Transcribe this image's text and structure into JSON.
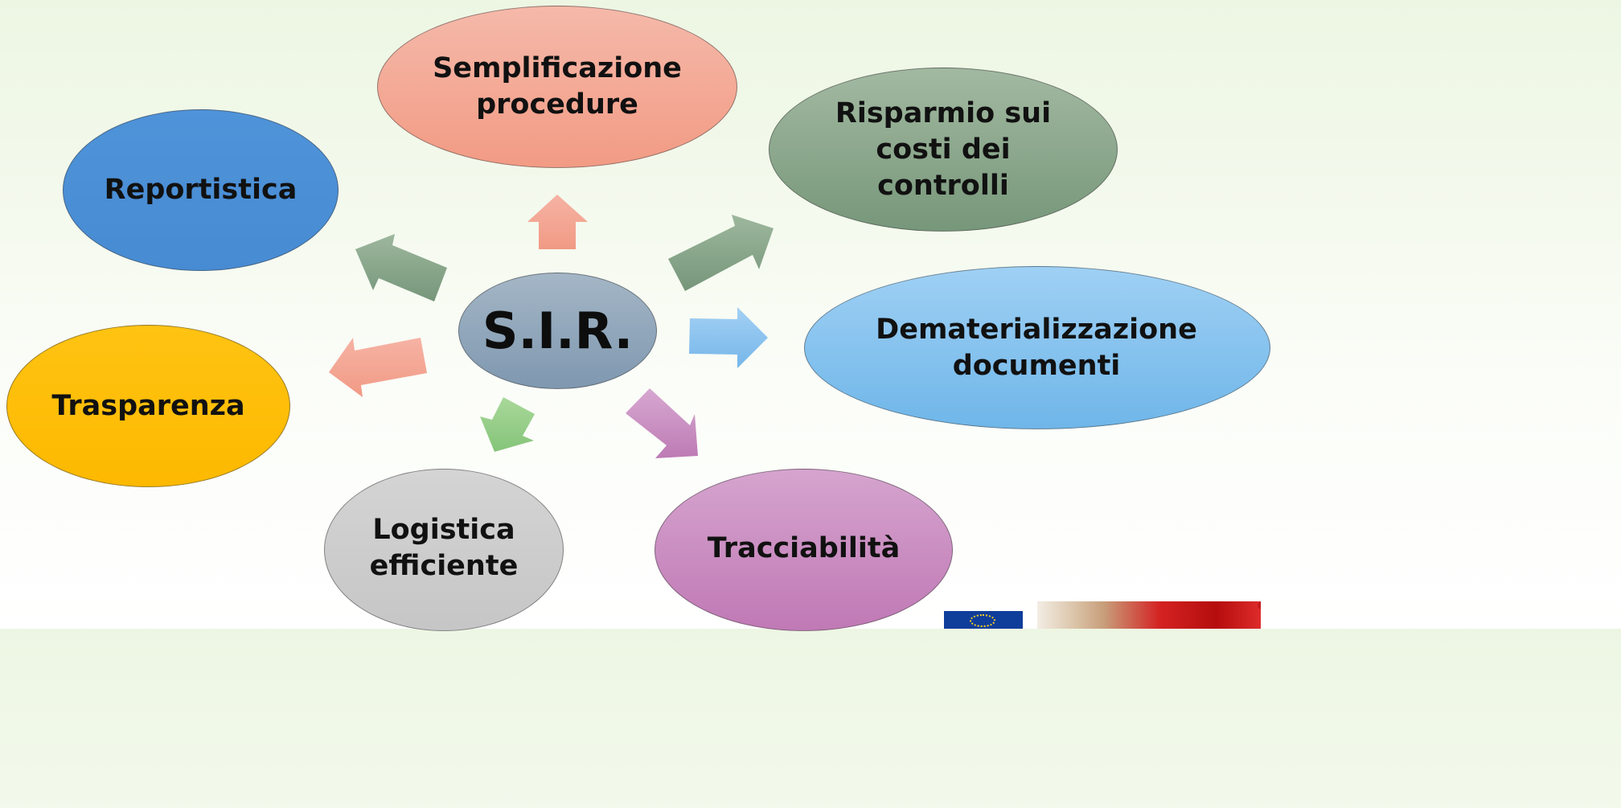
{
  "diagram": {
    "center": {
      "label": "S.I.R."
    },
    "nodes": {
      "semplificazione": {
        "line1": "Semplificazione",
        "line2": "procedure"
      },
      "risparmio": {
        "line1": "Risparmio sui",
        "line2": "costi dei",
        "line3": "controlli"
      },
      "dematerializzazione": {
        "line1": "Dematerializzazione",
        "line2": "documenti"
      },
      "tracciabilita": {
        "line1": "Tracciabilità"
      },
      "logistica": {
        "line1": "Logistica",
        "line2": "efficiente"
      },
      "trasparenza": {
        "line1": "Trasparenza"
      },
      "reportistica": {
        "line1": "Reportistica"
      }
    }
  },
  "colors": {
    "center": "#8fa5b9",
    "semplificazione": "#f3a692",
    "risparmio": "#86a286",
    "dematerializzazione": "#84c0ec",
    "tracciabilita": "#c98cbf",
    "logistica": "#cccccc",
    "trasparenza": "#ffc000",
    "reportistica": "#4a8fd6"
  },
  "footer": {
    "logos": [
      "eu-flag-logo",
      "sponsor-logo"
    ]
  }
}
